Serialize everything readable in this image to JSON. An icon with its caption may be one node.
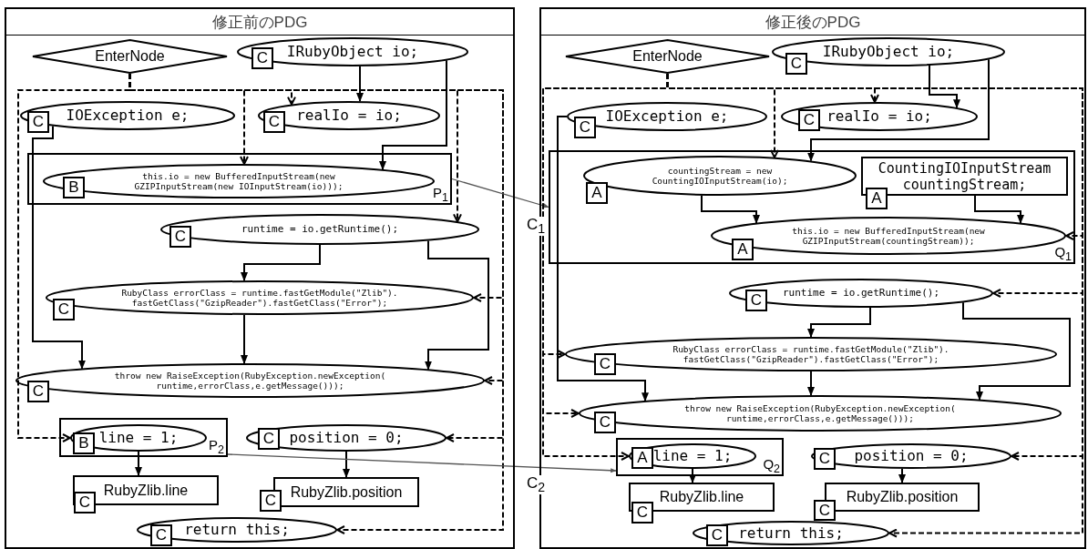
{
  "diagram": {
    "nodes": [
      {
        "text": [
          "修正前のPDG"
        ]
      },
      {
        "text": [
          "EnterNode"
        ],
        "in": 0
      },
      {
        "text": [
          "IRubyObject io;"
        ],
        "in": 0
      },
      {
        "text": [
          "C"
        ],
        "in": 0
      },
      {
        "text": [
          "IOException e;"
        ],
        "in": 0
      },
      {
        "text": [
          "C"
        ],
        "in": 0
      },
      {
        "text": [
          "realIo = io;"
        ],
        "in": 0
      },
      {
        "text": [
          "C"
        ],
        "in": 0
      },
      {
        "text": [
          "P$_{1}$"
        ],
        "in": 0
      },
      {
        "text": [
          "this.io = new BufferedInputStream(new GZIPInputStream(new IOInputStream(io)));"
        ],
        "in": 8
      },
      {
        "text": [
          "B"
        ],
        "in": 9
      },
      {
        "text": [
          "runtime = io.getRuntime();"
        ],
        "in": 0
      },
      {
        "text": [
          "C"
        ],
        "in": 0
      },
      {
        "text": [
          "RubyClass errorClass = runtime.fastGetModule(\"Zlib\"). fastGetClass(\"GzipReader\").fastGetClass(\"Error\");"
        ],
        "in": 0
      },
      {
        "text": [
          "C"
        ],
        "in": 0
      },
      {
        "text": [
          "throw new RaiseException(RubyException.newException( runtime,errorClass,e.getMessage()));"
        ],
        "in": 0
      },
      {
        "text": [
          "C"
        ],
        "in": 0
      },
      {
        "text": [
          "P$_{2}$"
        ],
        "in": 0
      },
      {
        "text": [
          "line = 1;"
        ],
        "in": 17
      },
      {
        "text": [
          "B"
        ],
        "in": 17
      },
      {
        "text": [
          "position = 0;"
        ],
        "in": 0
      },
      {
        "text": [
          "C"
        ],
        "in": 20
      },
      {
        "text": [
          "RubyZlib.line"
        ],
        "in": 0
      },
      {
        "text": [
          "C"
        ],
        "in": 0
      },
      {
        "text": [
          "RubyZlib.position"
        ],
        "in": 0
      },
      {
        "text": [
          "C"
        ],
        "in": 0
      },
      {
        "text": [
          "return this;"
        ],
        "in": 0
      },
      {
        "text": [
          "C"
        ],
        "in": 0
      },
      {
        "text": [
          "修正後のPDG"
        ]
      },
      {
        "text": [
          "EnterNode"
        ],
        "in": 28
      },
      {
        "text": [
          "IRubyObject io;"
        ],
        "in": 28
      },
      {
        "text": [
          "C"
        ],
        "in": 28
      },
      {
        "text": [
          "IOException e;"
        ],
        "in": 28
      },
      {
        "text": [
          "C"
        ],
        "in": 28
      },
      {
        "text": [
          "realIo = io;"
        ],
        "in": 28
      },
      {
        "text": [
          "C"
        ],
        "in": 34
      },
      {
        "text": [
          "Q$_{1}$"
        ],
        "in": 28
      },
      {
        "text": [
          "countingStream = new CountingIOInputStream(io);"
        ],
        "in": 36
      },
      {
        "text": [
          "A"
        ],
        "in": 36
      },
      {
        "text": [
          "CountingIOInputStream countingStream;"
        ],
        "in": 36
      },
      {
        "text": [
          "A"
        ],
        "in": 36
      },
      {
        "text": [
          "this.io = new BufferedInputStream(new GZIPInputStream(countingStream));"
        ],
        "in": 36
      },
      {
        "text": [
          "A"
        ],
        "in": 36
      },
      {
        "text": [
          "runtime = io.getRuntime();"
        ],
        "in": 28
      },
      {
        "text": [
          "C"
        ],
        "in": 28
      },
      {
        "text": [
          "RubyClass errorClass = runtime.fastGetModule(\"Zlib\"). fastGetClass(\"GzipReader\").fastGetClass(\"Error\");"
        ],
        "in": 28
      },
      {
        "text": [
          "C"
        ],
        "in": 28
      },
      {
        "text": [
          "throw new RaiseException(RubyException.newException( runtime,errorClass,e.getMessage()));"
        ],
        "in": 28
      },
      {
        "text": [
          "C"
        ],
        "in": 28
      },
      {
        "text": [
          "Q$_{2}$"
        ],
        "in": 28
      },
      {
        "text": [
          "line = 1;"
        ],
        "in": 49
      },
      {
        "text": [
          "A"
        ],
        "in": 50
      },
      {
        "text": [
          "position = 0;"
        ],
        "in": 28
      },
      {
        "text": [
          "C"
        ],
        "in": 52
      },
      {
        "text": [
          "RubyZlib.line"
        ],
        "in": 28
      },
      {
        "text": [
          "C"
        ],
        "in": 28
      },
      {
        "text": [
          "RubyZlib.position"
        ],
        "in": 28
      },
      {
        "text": [
          "C"
        ],
        "in": 28
      },
      {
        "text": [
          "return this;"
        ],
        "in": 28
      },
      {
        "text": [
          "C"
        ],
        "in": 58
      }
    ],
    "edges": [
      {
        "from": 1,
        "to": 6,
        "arrow": "to",
        "style": "dashed"
      },
      {
        "from": 1,
        "to": 9,
        "arrow": "to",
        "style": "dashed"
      },
      {
        "from": 1,
        "to": 11,
        "arrow": "to",
        "style": "dashed"
      },
      {
        "from": 1,
        "to": 13,
        "arrow": "to",
        "style": "dashed"
      },
      {
        "from": 1,
        "to": 15,
        "arrow": "to",
        "style": "dashed"
      },
      {
        "from": 1,
        "to": 18,
        "arrow": "to",
        "style": "dashed"
      },
      {
        "from": 1,
        "to": 20,
        "arrow": "to",
        "style": "dashed"
      },
      {
        "from": 1,
        "to": 26,
        "arrow": "to",
        "style": "dashed"
      },
      {
        "from": 2,
        "to": 6,
        "arrow": "to"
      },
      {
        "from": 2,
        "to": 9,
        "arrow": "to"
      },
      {
        "from": 4,
        "to": 15,
        "arrow": "to"
      },
      {
        "from": 11,
        "to": 13,
        "arrow": "to"
      },
      {
        "from": 11,
        "to": 15,
        "arrow": "to"
      },
      {
        "from": 13,
        "to": 15,
        "arrow": "to"
      },
      {
        "from": 18,
        "to": 22,
        "arrow": "to"
      },
      {
        "from": 20,
        "to": 24,
        "arrow": "to"
      },
      {
        "from": 8,
        "to": 36,
        "arrow": "to",
        "label": "C$_{1}$",
        "color": "#555555"
      },
      {
        "from": 17,
        "to": 49,
        "arrow": "to",
        "label": "C$_{2}$",
        "color": "#555555"
      },
      {
        "from": 29,
        "to": 34,
        "arrow": "to",
        "style": "dashed"
      },
      {
        "from": 29,
        "to": 37,
        "arrow": "to",
        "style": "dashed"
      },
      {
        "from": 29,
        "to": 41,
        "arrow": "to",
        "style": "dashed"
      },
      {
        "from": 29,
        "to": 43,
        "arrow": "to",
        "style": "dashed"
      },
      {
        "from": 29,
        "to": 45,
        "arrow": "to",
        "style": "dashed"
      },
      {
        "from": 29,
        "to": 47,
        "arrow": "to",
        "style": "dashed"
      },
      {
        "from": 29,
        "to": 50,
        "arrow": "to",
        "style": "dashed"
      },
      {
        "from": 29,
        "to": 52,
        "arrow": "to",
        "style": "dashed"
      },
      {
        "from": 29,
        "to": 58,
        "arrow": "to",
        "style": "dashed"
      },
      {
        "from": 30,
        "to": 34,
        "arrow": "to"
      },
      {
        "from": 30,
        "to": 37,
        "arrow": "to"
      },
      {
        "from": 37,
        "to": 41,
        "arrow": "to"
      },
      {
        "from": 39,
        "to": 41,
        "arrow": "to"
      },
      {
        "from": 32,
        "to": 47,
        "arrow": "to"
      },
      {
        "from": 43,
        "to": 45,
        "arrow": "to"
      },
      {
        "from": 43,
        "to": 47,
        "arrow": "to"
      },
      {
        "from": 45,
        "to": 47,
        "arrow": "to"
      },
      {
        "from": 50,
        "to": 54,
        "arrow": "to"
      },
      {
        "from": 52,
        "to": 56,
        "arrow": "to"
      }
    ]
  }
}
